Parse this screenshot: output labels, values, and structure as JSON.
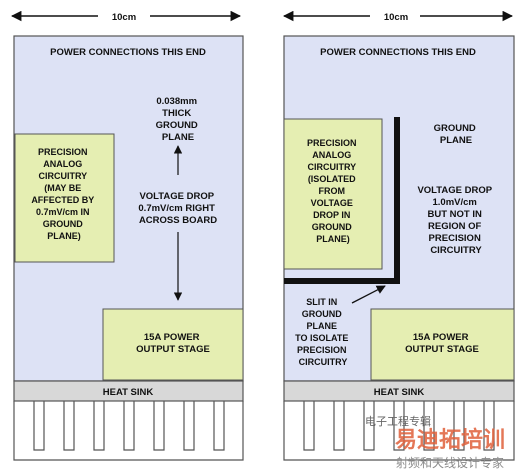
{
  "colors": {
    "board": "#dde2f5",
    "board_border": "#555555",
    "green_box": "#e5eeb2",
    "heat_sink": "#d8d8d8",
    "line": "#111111"
  },
  "left_panel": {
    "dimension": "10cm",
    "top_label": "POWER CONNECTIONS THIS END",
    "ground_plane": [
      "0.038mm",
      "THICK",
      "GROUND",
      "PLANE"
    ],
    "voltage_drop": [
      "VOLTAGE DROP",
      "0.7mV/cm RIGHT",
      "ACROSS BOARD"
    ],
    "analog_box": [
      "PRECISION",
      "ANALOG",
      "CIRCUITRY",
      "(MAY BE",
      "AFFECTED BY",
      "0.7mV/cm IN",
      "GROUND",
      "PLANE)"
    ],
    "power_stage": [
      "15A POWER",
      "OUTPUT STAGE"
    ],
    "heat_sink": "HEAT SINK"
  },
  "right_panel": {
    "dimension": "10cm",
    "top_label": "POWER CONNECTIONS THIS END",
    "ground_plane": [
      "GROUND",
      "PLANE"
    ],
    "voltage_drop": [
      "VOLTAGE DROP",
      "1.0mV/cm",
      "BUT NOT IN",
      "REGION OF",
      "PRECISION",
      "CIRCUITRY"
    ],
    "analog_box": [
      "PRECISION",
      "ANALOG",
      "CIRCUITRY",
      "(ISOLATED",
      "FROM",
      "VOLTAGE",
      "DROP IN",
      "GROUND",
      "PLANE)"
    ],
    "slit": [
      "SLIT IN",
      "GROUND",
      "PLANE",
      "TO ISOLATE",
      "PRECISION",
      "CIRCUITRY"
    ],
    "power_stage": [
      "15A POWER",
      "OUTPUT STAGE"
    ],
    "heat_sink": "HEAT SINK"
  },
  "watermark": {
    "line1": "易迪拓培训",
    "line2": "射频和天线设计专家",
    "overlay": "电子工程专辑"
  }
}
